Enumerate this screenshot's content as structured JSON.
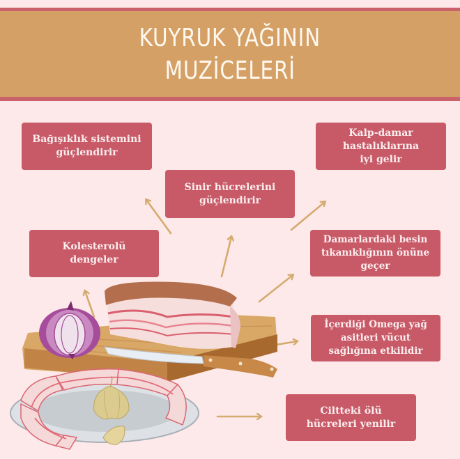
{
  "header": {
    "title_line1": "KUYRUK YAĞININ",
    "title_line2": "MUZİCELERİ"
  },
  "benefits": [
    {
      "line1": "Bağışıklık sistemini",
      "line2": "güçlendirir",
      "line3": ""
    },
    {
      "line1": "Sinir hücrelerini",
      "line2": "güçlendirir",
      "line3": ""
    },
    {
      "line1": "Kalp-damar",
      "line2": "hastalıklarına",
      "line3": "iyi gelir"
    },
    {
      "line1": "Kolesterolü",
      "line2": "dengeler",
      "line3": ""
    },
    {
      "line1": "Damarlardaki besin",
      "line2": "tıkanıklığının önüne",
      "line3": "geçer"
    },
    {
      "line1": "İçerdiği Omega yağ",
      "line2": "asitleri vücut",
      "line3": "sağlığına etkilidir"
    },
    {
      "line1": "Ciltteki ölü",
      "line2": "hücreleri yenilir",
      "line3": ""
    }
  ],
  "illustration": {
    "items": [
      "cutting-board",
      "tail-fat-block",
      "knife",
      "onion",
      "plate-of-sliced-fat",
      "garlic"
    ]
  },
  "colors": {
    "background": "#fde9e9",
    "banner": "#d4a066",
    "stripe": "#c9626a",
    "box": "#c85a68",
    "arrow": "#d4aa6e"
  }
}
